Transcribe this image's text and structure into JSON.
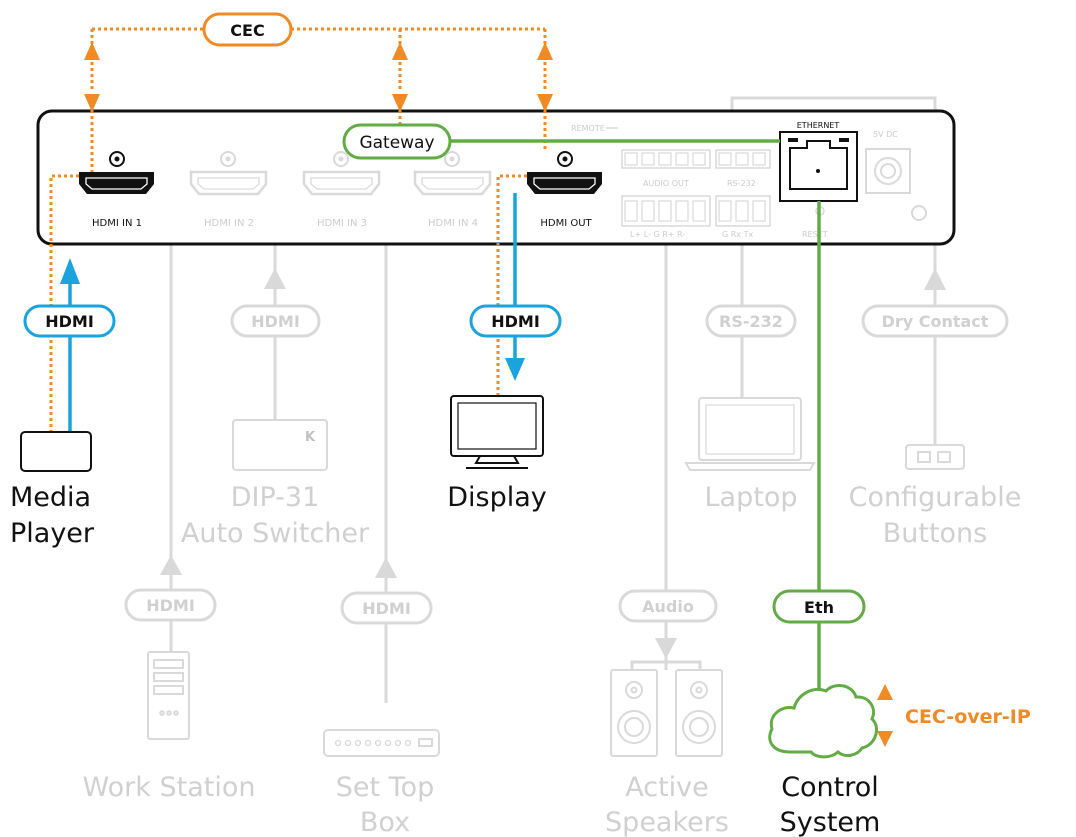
{
  "colors": {
    "orange": "#f08a24",
    "blue": "#1aa3dc",
    "green": "#62ab45",
    "faded": "#d9d9d9",
    "fadedText": "#cccccc",
    "dark": "#111111"
  },
  "labels": {
    "cec": "CEC",
    "gateway": "Gateway",
    "ethernet": "ETHERNET",
    "dc": "5V DC",
    "remote": "REMOTE",
    "audio_out": "AUDIO OUT",
    "rs232_port": "RS-232",
    "audio_pins": "L+  L-  G  R+  R-",
    "rs_pins": "G  Rx  Tx",
    "reset": "RESET",
    "hdmi_in_1": "HDMI  IN 1",
    "hdmi_in_2": "HDMI  IN 2",
    "hdmi_in_3": "HDMI  IN 3",
    "hdmi_in_4": "HDMI  IN 4",
    "hdmi_out": "HDMI  OUT",
    "pill_hdmi": "HDMI",
    "pill_rs232": "RS-232",
    "pill_dry": "Dry Contact",
    "pill_audio": "Audio",
    "pill_eth": "Eth",
    "cec_over_ip": "CEC-over-IP"
  },
  "devices": {
    "media_player": [
      "Media",
      "Player"
    ],
    "dip31": [
      "DIP-31",
      "Auto Switcher"
    ],
    "display": [
      "Display"
    ],
    "laptop": [
      "Laptop"
    ],
    "buttons": [
      "Configurable",
      "Buttons"
    ],
    "workstation": [
      "Work Station"
    ],
    "settop": [
      "Set Top",
      "Box"
    ],
    "speakers": [
      "Active",
      "Speakers"
    ],
    "control": [
      "Control",
      "System"
    ]
  }
}
